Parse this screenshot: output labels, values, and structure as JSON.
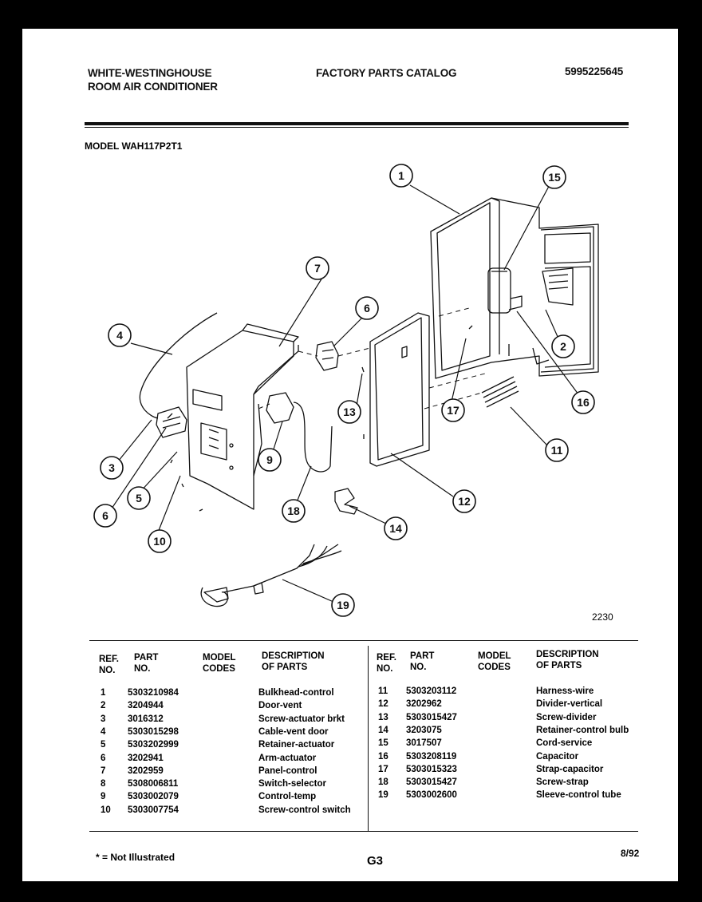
{
  "header": {
    "brand_line1": "WHITE-WESTINGHOUSE",
    "brand_line2": "ROOM AIR CONDITIONER",
    "catalog_title": "FACTORY PARTS CATALOG",
    "catalog_number": "5995225645"
  },
  "model_line": "MODEL WAH117P2T1",
  "figure_number": "2230",
  "callouts": [
    "1",
    "2",
    "3",
    "4",
    "5",
    "6",
    "6",
    "7",
    "9",
    "10",
    "11",
    "12",
    "13",
    "14",
    "15",
    "16",
    "17",
    "18",
    "19"
  ],
  "table": {
    "headers": {
      "ref": "REF.\nNO.",
      "part": "PART\nNO.",
      "model": "MODEL\nCODES",
      "desc": "DESCRIPTION\nOF PARTS"
    },
    "left_rows": [
      {
        "ref": "1",
        "part": "5303210984",
        "desc": "Bulkhead-control"
      },
      {
        "ref": "2",
        "part": "3204944",
        "desc": "Door-vent"
      },
      {
        "ref": "3",
        "part": "3016312",
        "desc": "Screw-actuator brkt"
      },
      {
        "ref": "4",
        "part": "5303015298",
        "desc": "Cable-vent door"
      },
      {
        "ref": "5",
        "part": "5303202999",
        "desc": "Retainer-actuator"
      },
      {
        "ref": "6",
        "part": "3202941",
        "desc": "Arm-actuator"
      },
      {
        "ref": "7",
        "part": "3202959",
        "desc": "Panel-control"
      },
      {
        "ref": "8",
        "part": "5308006811",
        "desc": "Switch-selector"
      },
      {
        "ref": "9",
        "part": "5303002079",
        "desc": "Control-temp"
      },
      {
        "ref": "10",
        "part": "5303007754",
        "desc": "Screw-control switch"
      }
    ],
    "right_rows": [
      {
        "ref": "11",
        "part": "5303203112",
        "desc": "Harness-wire"
      },
      {
        "ref": "12",
        "part": "3202962",
        "desc": "Divider-vertical"
      },
      {
        "ref": "13",
        "part": "5303015427",
        "desc": "Screw-divider"
      },
      {
        "ref": "14",
        "part": "3203075",
        "desc": "Retainer-control bulb"
      },
      {
        "ref": "15",
        "part": "3017507",
        "desc": "Cord-service"
      },
      {
        "ref": "16",
        "part": "5303208119",
        "desc": "Capacitor"
      },
      {
        "ref": "17",
        "part": "5303015323",
        "desc": "Strap-capacitor"
      },
      {
        "ref": "18",
        "part": "5303015427",
        "desc": "Screw-strap"
      },
      {
        "ref": "19",
        "part": "5303002600",
        "desc": "Sleeve-control tube"
      }
    ]
  },
  "footer": {
    "note": "* = Not Illustrated",
    "page": "G3",
    "date": "8/92"
  }
}
